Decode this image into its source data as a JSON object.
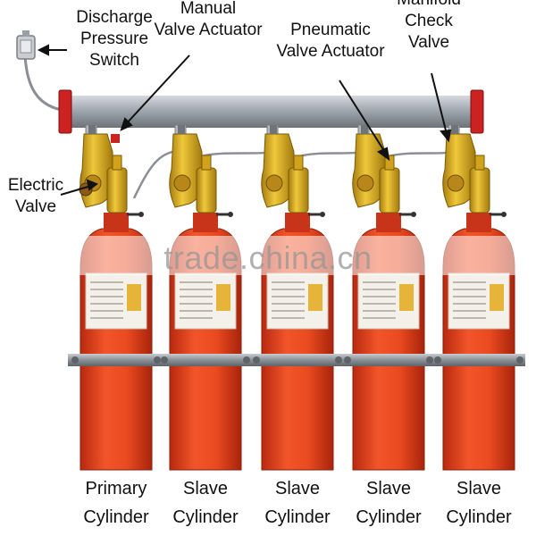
{
  "labels": {
    "discharge_pressure_switch": [
      "Discharge",
      "Pressure",
      "Switch"
    ],
    "manual_valve_actuator": [
      "Manual",
      "Valve Actuator"
    ],
    "pneumatic_valve_actuator": [
      "Pneumatic",
      "Valve Actuator"
    ],
    "manifold_check_valve": [
      "Manifold",
      "Check",
      "Valve"
    ],
    "electric_valve": [
      "Electric",
      "Valve"
    ]
  },
  "cylinders": [
    {
      "line1": "Primary",
      "line2": "Cylinder"
    },
    {
      "line1": "Slave",
      "line2": "Cylinder"
    },
    {
      "line1": "Slave",
      "line2": "Cylinder"
    },
    {
      "line1": "Slave",
      "line2": "Cylinder"
    },
    {
      "line1": "Slave",
      "line2": "Cylinder"
    }
  ],
  "watermark": "trade.china.cn",
  "colors": {
    "cylinder": "#e5421e",
    "valve_brass": "#d8ac1e",
    "manifold_pipe": "#9aa0a8",
    "flange": "#cc2222"
  }
}
